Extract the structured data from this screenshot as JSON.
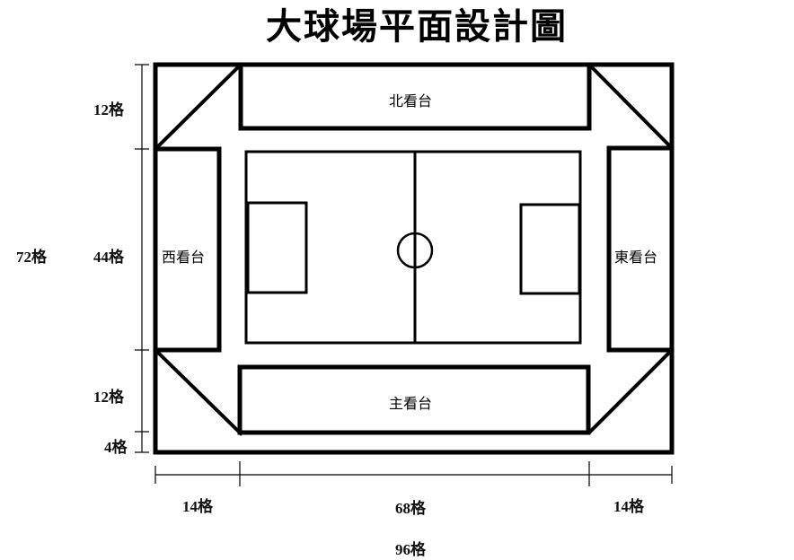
{
  "title": "大球場平面設計圖",
  "stands": {
    "north": "北看台",
    "west": "西看台",
    "east": "東看台",
    "south": "主看台"
  },
  "dimensions": {
    "vertical": {
      "total": "72格",
      "segments": [
        "12格",
        "44格",
        "12格",
        "4格"
      ]
    },
    "horizontal": {
      "total": "96格",
      "segments": [
        "14格",
        "68格",
        "14格"
      ]
    }
  },
  "colors": {
    "line": "#000000",
    "background": "#ffffff"
  }
}
